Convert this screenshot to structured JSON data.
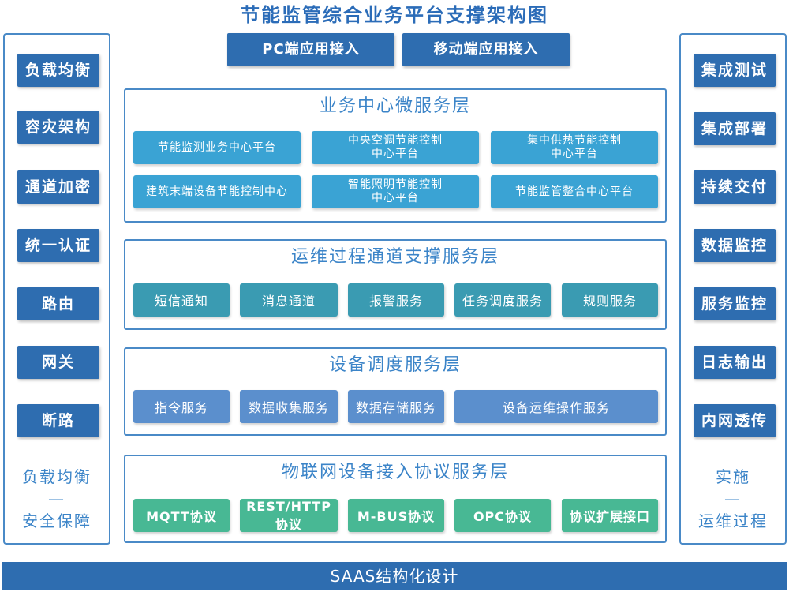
{
  "title": "节能监管综合业务平台支撑架构图",
  "top_buttons": [
    "PC端应用接入",
    "移动端应用接入"
  ],
  "left_panel": {
    "items": [
      "负载均衡",
      "容灾架构",
      "通道加密",
      "统一认证",
      "路由",
      "网关",
      "断路"
    ],
    "caption_line1": "负载均衡",
    "caption_line2": "—",
    "caption_line3": "安全保障"
  },
  "right_panel": {
    "items": [
      "集成测试",
      "集成部署",
      "持续交付",
      "数据监控",
      "服务监控",
      "日志输出",
      "内网透传"
    ],
    "caption_line1": "实施",
    "caption_line2": "—",
    "caption_line3": "运维过程"
  },
  "layers": {
    "business": {
      "title": "业务中心微服务层",
      "boxes": [
        [
          "节能监测业务中心平台"
        ],
        [
          "中央空调节能控制",
          "中心平台"
        ],
        [
          "集中供热节能控制",
          "中心平台"
        ],
        [
          "建筑末端设备节能控制中心"
        ],
        [
          "智能照明节能控制",
          "中心平台"
        ],
        [
          "节能监管整合中心平台"
        ]
      ]
    },
    "ops": {
      "title": "运维过程通道支撑服务层",
      "boxes": [
        "短信通知",
        "消息通道",
        "报警服务",
        "任务调度服务",
        "规则服务"
      ]
    },
    "device": {
      "title": "设备调度服务层",
      "boxes": [
        "指令服务",
        "数据收集服务",
        "数据存储服务",
        "设备运维操作服务"
      ]
    },
    "iot": {
      "title": "物联网设备接入协议服务层",
      "boxes": [
        "MQTT协议",
        "REST/HTTP协议",
        "M-BUS协议",
        "OPC协议",
        "协议扩展接口"
      ]
    }
  },
  "bottom_bar": "SAAS结构化设计",
  "colors": {
    "primary": "#2e6db0",
    "border": "#4a8ac7",
    "cyan": "#3aa3d4",
    "teal": "#3a9bb2",
    "blue": "#5b8fcd",
    "green": "#48b894"
  }
}
